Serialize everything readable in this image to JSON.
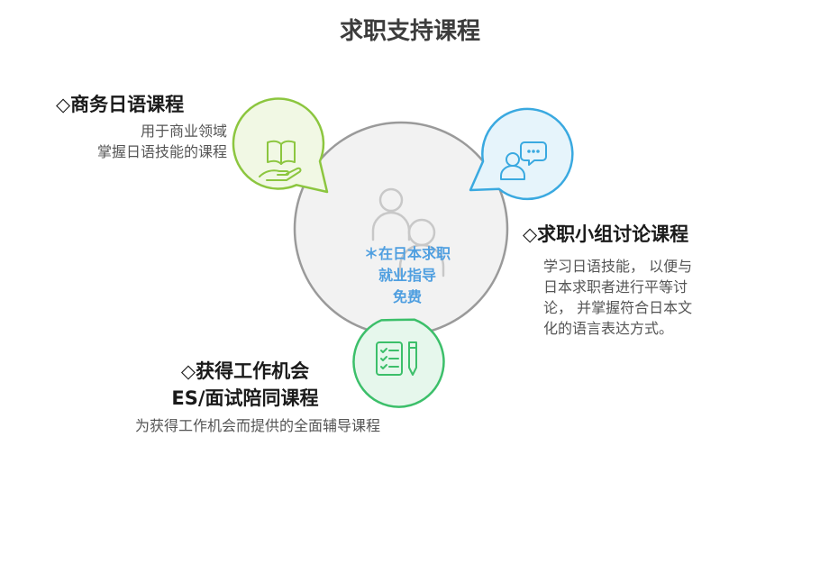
{
  "title": "求职支持课程",
  "center": {
    "lines": [
      "＊在日本求职",
      "就业指导",
      "免费"
    ],
    "icon": "people-icon"
  },
  "items": [
    {
      "heading": "◇商务日语课程",
      "description": [
        "用于商业领域",
        "掌握日语技能的课程"
      ],
      "icon": "book-in-hand-icon",
      "color": "#8cc63f"
    },
    {
      "heading": "◇求职小组讨论课程",
      "description": [
        "学习日语技能， 以便与",
        "日本求职者进行平等讨",
        "论， 并掌握符合日本文",
        "化的语言表达方式。"
      ],
      "icon": "discussion-icon",
      "color": "#3aa9e0"
    },
    {
      "heading_lines": [
        "◇获得工作机会",
        "ES/面试陪同课程"
      ],
      "description": [
        "为获得工作机会而提供的全面辅导课程"
      ],
      "icon": "checklist-pen-icon",
      "color": "#3cbf6a"
    }
  ]
}
